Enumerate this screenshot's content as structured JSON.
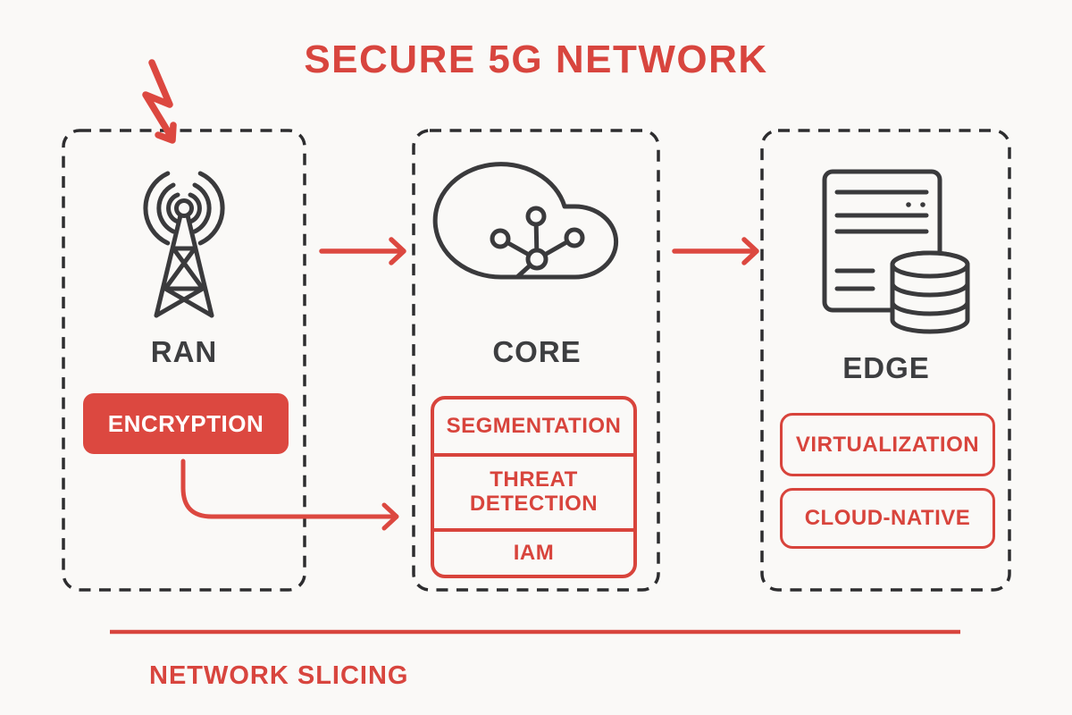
{
  "title": "SECURE 5G NETWORK",
  "sections": {
    "ran": {
      "label": "RAN",
      "icon": "radio-tower-icon",
      "badge": "ENCRYPTION"
    },
    "core": {
      "label": "CORE",
      "icon": "cloud-network-icon",
      "stack": [
        {
          "line1": "SEGMENTATION"
        },
        {
          "line1": "THREAT",
          "line2": "DETECTION"
        },
        {
          "line1": "IAM"
        }
      ]
    },
    "edge": {
      "label": "EDGE",
      "icon": "server-database-icon",
      "badges": [
        {
          "label": "VIRTUALIZATION"
        },
        {
          "label": "CLOUD-NATIVE"
        }
      ]
    }
  },
  "footer": {
    "label": "NETWORK SLICING"
  },
  "colors": {
    "accent_red": "#D8453E",
    "badge_fill_red": "#DC4840",
    "ink_dark": "#3A3A3C",
    "dashed_border": "#2D2D2F",
    "background": "#FAF9F7"
  }
}
